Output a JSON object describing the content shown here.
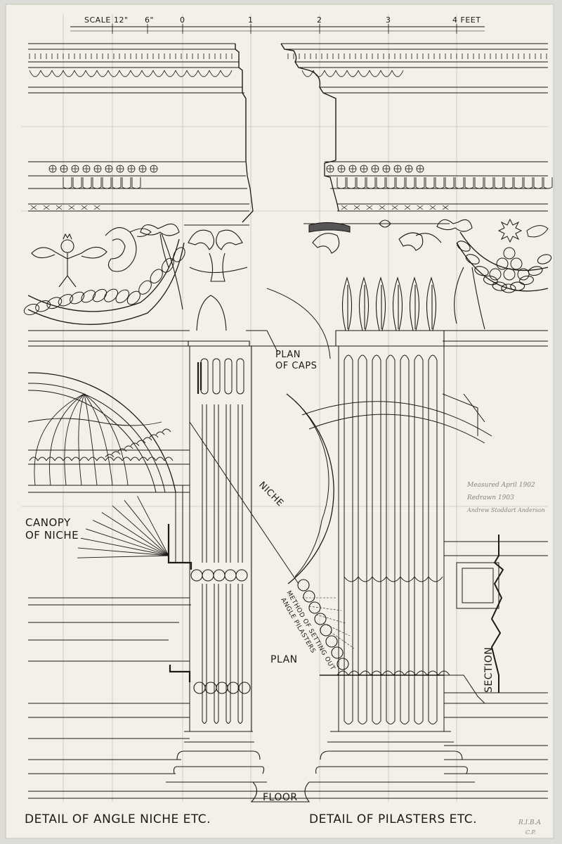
{
  "scale_bar": {
    "label": "SCALE",
    "ticks": [
      "12\"",
      "6\"",
      "0",
      "1",
      "2",
      "3",
      "4 FEET"
    ]
  },
  "labels": {
    "plan_of_caps": [
      "PLAN",
      "OF CAPS"
    ],
    "niche": "NICHE",
    "canopy": [
      "CANOPY",
      "OF NICHE"
    ],
    "method": [
      "METHOD OF SETTING OUT",
      "ANGLE PILASTERS"
    ],
    "plan": "PLAN",
    "section": "SECTION",
    "floor": "FLOOR"
  },
  "titles": {
    "left": "DETAIL OF ANGLE NICHE ETC.",
    "right": "DETAIL OF PILASTERS ETC."
  },
  "pencil_notes": {
    "line1": "Measured April 1902",
    "line2": "Redrawn 1903",
    "line3": "Andrew Stoddart Anderson",
    "signature": "R.I.B.A",
    "initials": "C.P."
  },
  "colors": {
    "paper": "#f3f0e9",
    "ink": "#1c1a18",
    "pencil": "#8a8478",
    "backing": "#dcdcd8"
  }
}
